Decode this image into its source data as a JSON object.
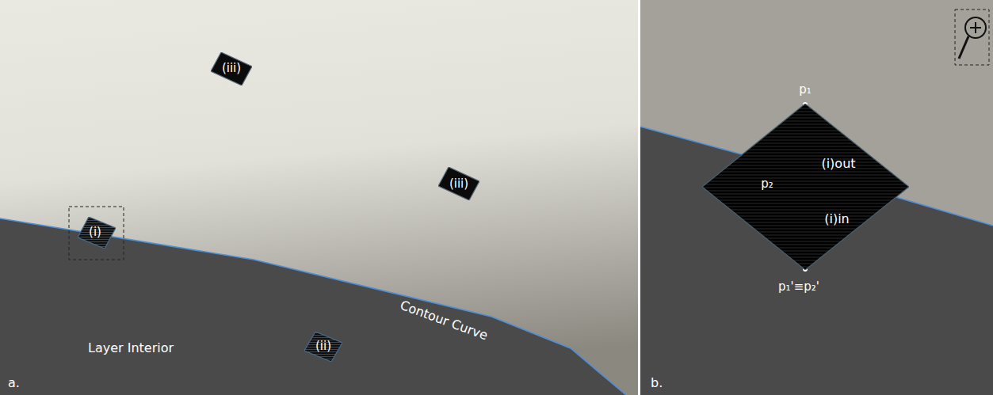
{
  "diagram": {
    "nodes": [
      {
        "text": [
          "(iii)"
        ]
      },
      {
        "text": [
          "(iii)"
        ]
      },
      {
        "text": [
          "(i)"
        ]
      },
      {
        "text": [
          "(ii)"
        ]
      },
      {
        "text": [
          "(i)out",
          "(i)in"
        ]
      }
    ],
    "labels": [
      "Contour Curve",
      "Layer Interior",
      "a.",
      "b.",
      "p₁",
      "p₂",
      "p₁'≡p₂'"
    ]
  }
}
